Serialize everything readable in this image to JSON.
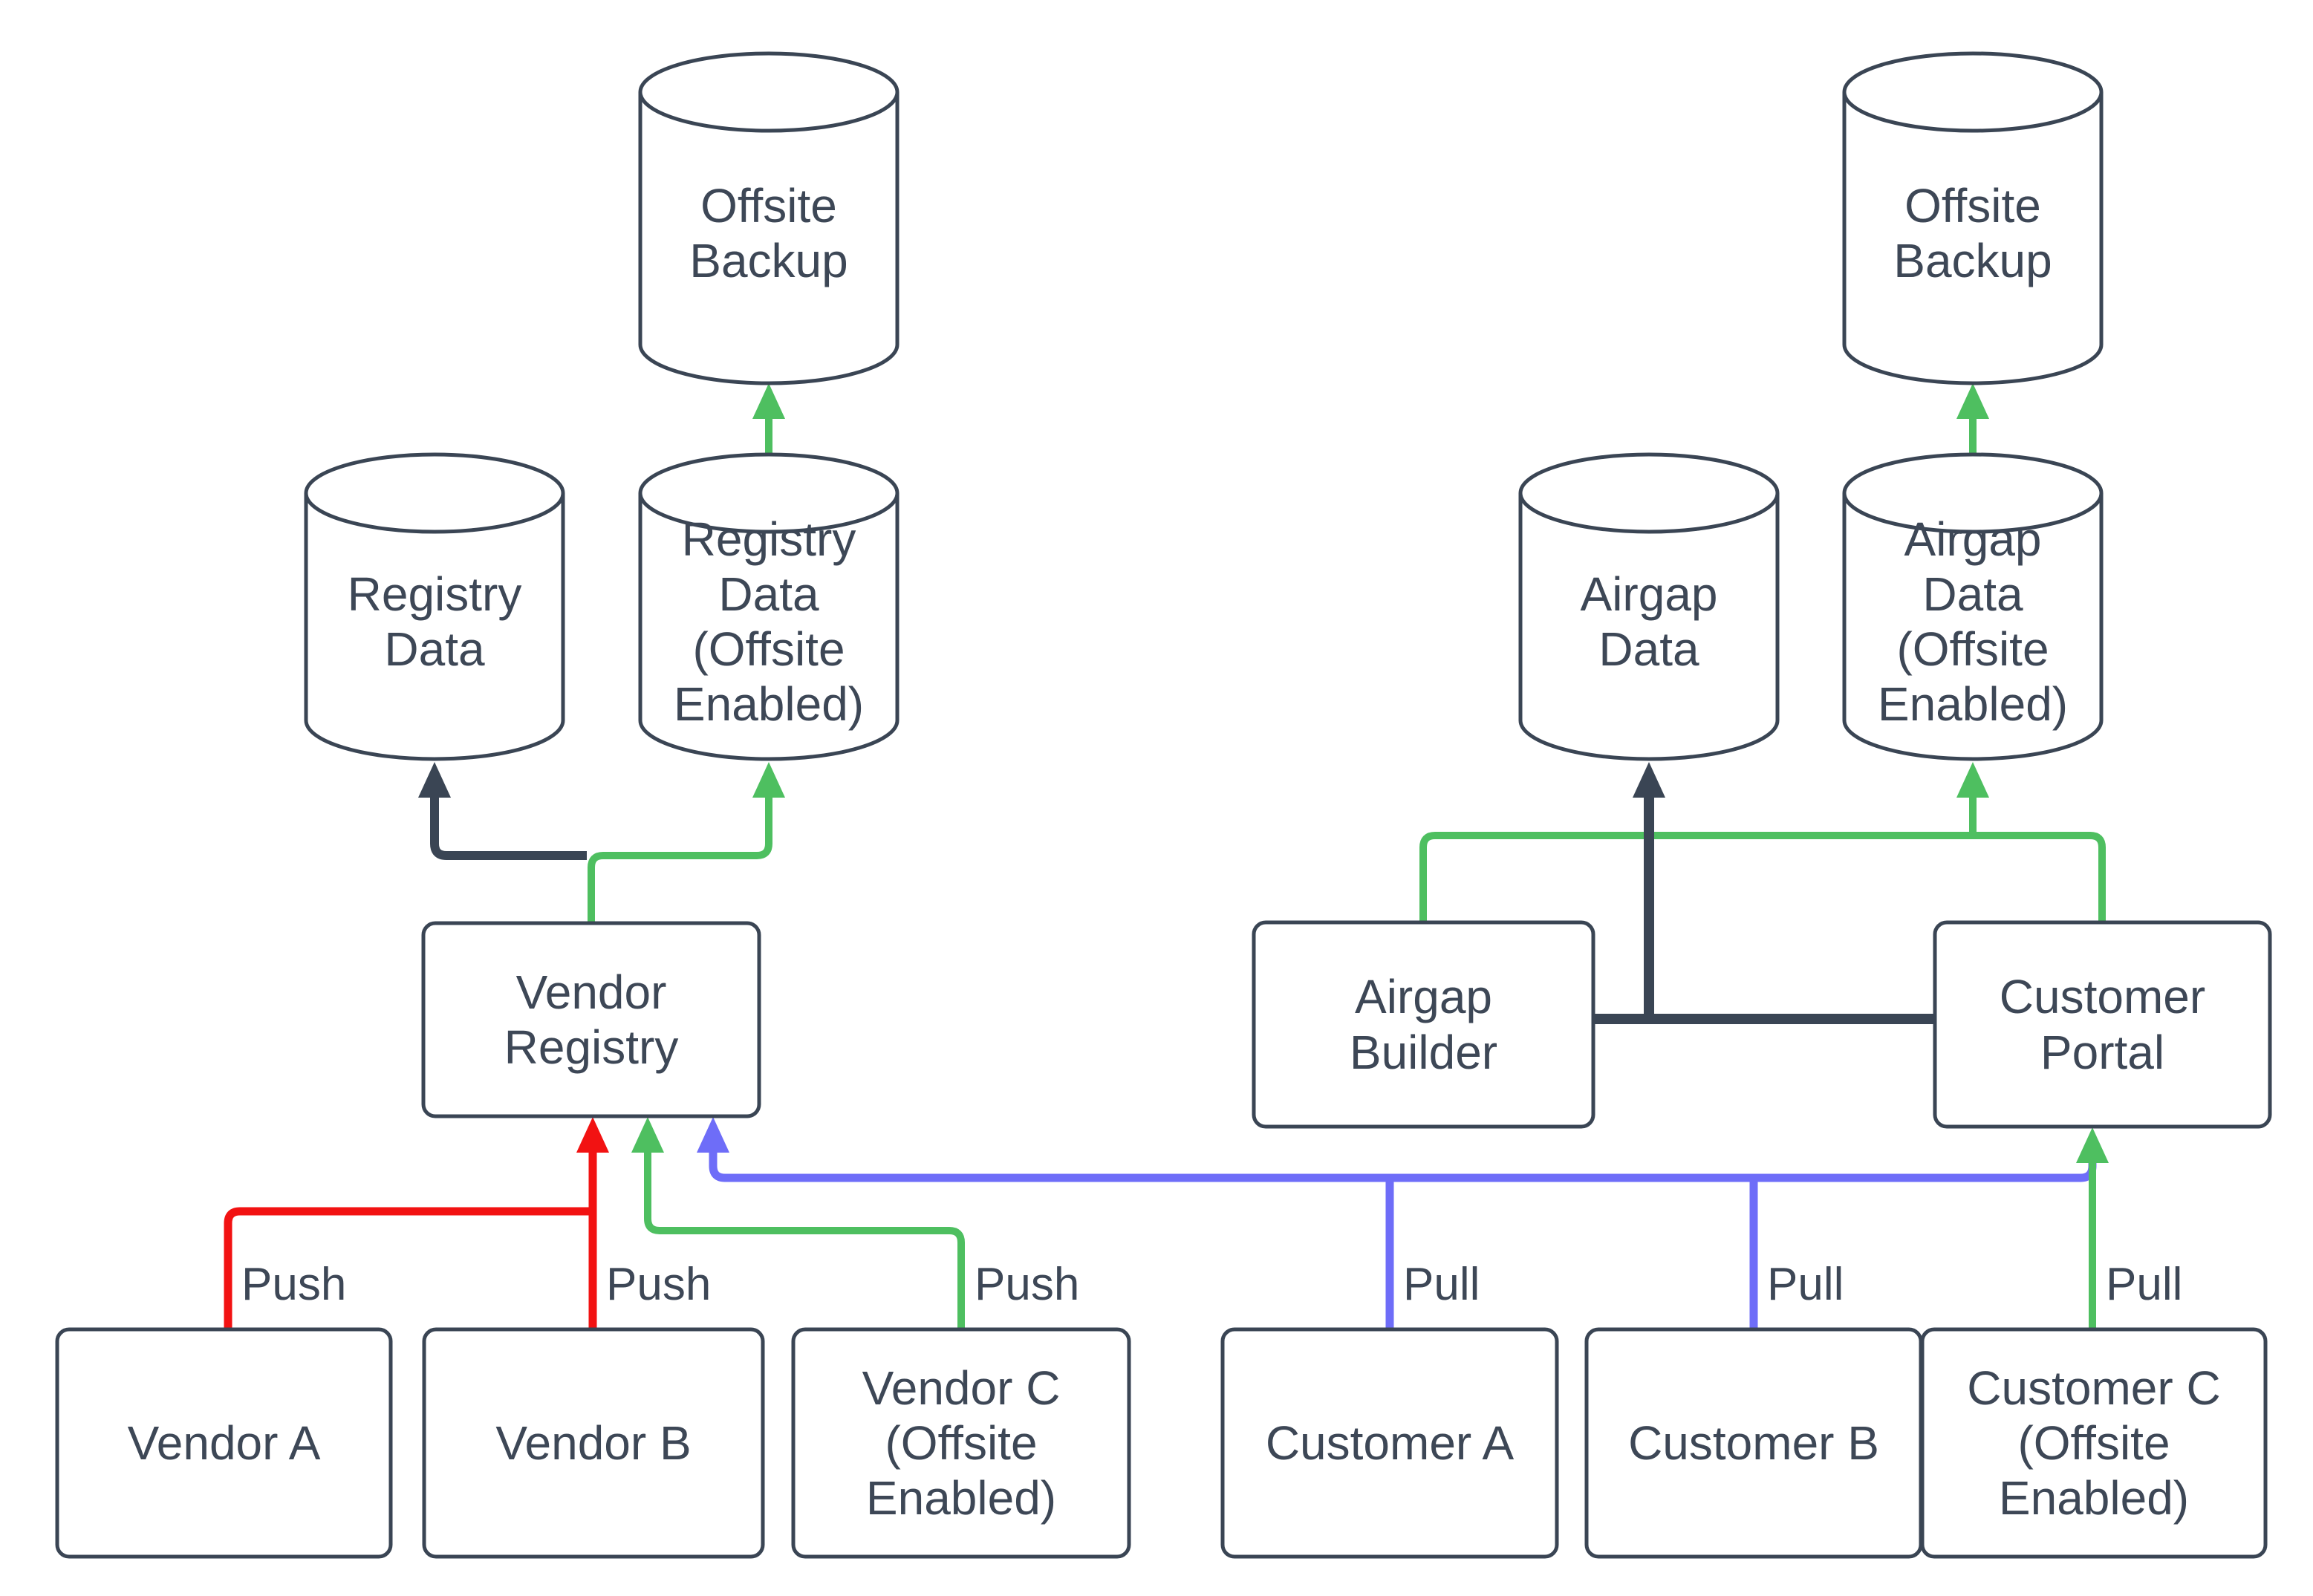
{
  "diagram": {
    "background": "#ffffff",
    "colors": {
      "outline": "#3a4554",
      "text": "#3d4756",
      "green": "#4ebf60",
      "red": "#f21212",
      "blue": "#6e6df8",
      "dark": "#3a4554"
    },
    "nodes": {
      "offsite_backup_left": "Offsite\nBackup",
      "registry_data": "Registry\nData",
      "registry_data_offsite": "Registry\nData\n(Offsite\nEnabled)",
      "offsite_backup_right": "Offsite\nBackup",
      "airgap_data": "Airgap\nData",
      "airgap_data_offsite": "Airgap\nData\n(Offsite\nEnabled)",
      "vendor_registry": "Vendor\nRegistry",
      "airgap_builder": "Airgap\nBuilder",
      "customer_portal": "Customer\nPortal",
      "vendor_a": "Vendor A",
      "vendor_b": "Vendor B",
      "vendor_c": "Vendor C\n(Offsite\nEnabled)",
      "customer_a": "Customer A",
      "customer_b": "Customer B",
      "customer_c": "Customer C\n(Offsite\nEnabled)"
    },
    "edge_labels": {
      "vendor_a": "Push",
      "vendor_b": "Push",
      "vendor_c": "Push",
      "customer_a": "Pull",
      "customer_b": "Pull",
      "customer_c": "Pull"
    },
    "edges": [
      {
        "from": "Vendor A",
        "to": "Vendor Registry",
        "label": "Push",
        "color": "red"
      },
      {
        "from": "Vendor B",
        "to": "Vendor Registry",
        "label": "Push",
        "color": "red"
      },
      {
        "from": "Vendor C (Offsite Enabled)",
        "to": "Vendor Registry",
        "label": "Push",
        "color": "green"
      },
      {
        "from": "Customer A",
        "to": "Customer Portal",
        "label": "Pull",
        "color": "blue"
      },
      {
        "from": "Customer B",
        "to": "Customer Portal",
        "label": "Pull",
        "color": "blue"
      },
      {
        "from": "Customer C (Offsite Enabled)",
        "to": "Customer Portal",
        "label": "Pull",
        "color": "green"
      },
      {
        "from": "Vendor Registry",
        "to": "Registry Data",
        "color": "dark"
      },
      {
        "from": "Vendor Registry",
        "to": "Registry Data (Offsite Enabled)",
        "color": "green"
      },
      {
        "from": "Registry Data (Offsite Enabled)",
        "to": "Offsite Backup",
        "color": "green"
      },
      {
        "from": "Airgap Builder",
        "to": "Airgap Data",
        "color": "dark"
      },
      {
        "from": "Customer Portal",
        "to": "Airgap Data",
        "color": "dark"
      },
      {
        "from": "Airgap Builder",
        "to": "Airgap Data (Offsite Enabled)",
        "color": "green"
      },
      {
        "from": "Customer Portal",
        "to": "Airgap Data (Offsite Enabled)",
        "color": "green"
      },
      {
        "from": "Airgap Data (Offsite Enabled)",
        "to": "Offsite Backup",
        "color": "green"
      }
    ]
  }
}
